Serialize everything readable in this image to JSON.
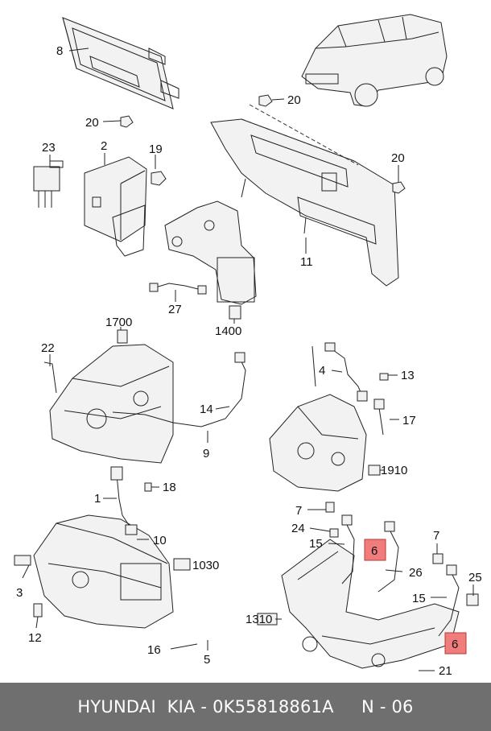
{
  "labels": {
    "l8": "8",
    "l20a": "20",
    "l20b": "20",
    "l20c": "20",
    "l23": "23",
    "l2": "2",
    "l19": "19",
    "l11": "11",
    "l27": "27",
    "l1400": "1400",
    "l1700": "1700",
    "l22": "22",
    "l14": "14",
    "l9": "9",
    "l4": "4",
    "l13": "13",
    "l17": "17",
    "l1910": "1910",
    "l1": "1",
    "l18": "18",
    "l10": "10",
    "l1030": "1030",
    "l3": "3",
    "l12": "12",
    "l16": "16",
    "l5": "5",
    "l7a": "7",
    "l24": "24",
    "l15a": "15",
    "l6a": "6",
    "l26": "26",
    "l7b": "7",
    "l25": "25",
    "l15b": "15",
    "l1310": "1310",
    "l6b": "6",
    "l21": "21"
  },
  "footer": {
    "text": "HYUNDAI  KIA - 0K55818861A     N - 06"
  },
  "colors": {
    "highlight": "#f07c7c",
    "footer_bg": "#6f6f6f"
  }
}
